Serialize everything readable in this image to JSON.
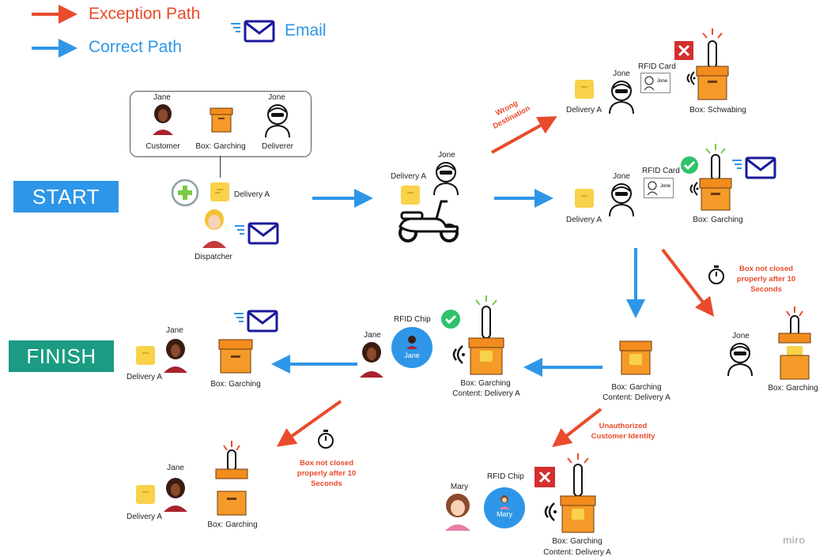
{
  "legend": {
    "exception_label": "Exception Path",
    "correct_label": "Correct Path",
    "email_label": "Email",
    "exception_color": "#e94b2c",
    "correct_color": "#2e96e8",
    "email_color": "#1a1a9c"
  },
  "start_label": "START",
  "finish_label": "FINISH",
  "roles": {
    "customer_name": "Jane",
    "customer_label": "Customer",
    "box_label": "Box: Garching",
    "deliverer_name": "Jone",
    "deliverer_label": "Deliverer",
    "delivery_label": "Delivery A",
    "dispatcher_label": "Dispatcher"
  },
  "transit": {
    "name": "Jone",
    "delivery": "Delivery A"
  },
  "wrong": {
    "arrow_label": "Wrong Destination",
    "delivery": "Delivery A",
    "name": "Jone",
    "card_label": "RFID Card",
    "card_name": "Jone",
    "box": "Box: Schwabing"
  },
  "correct": {
    "delivery": "Delivery A",
    "name": "Jone",
    "card_label": "RFID Card",
    "card_name": "Jone",
    "box": "Box: Garching"
  },
  "timeout1": {
    "label": "Box not closed properly after 10 Seconds",
    "name": "Jone",
    "box": "Box: Garching"
  },
  "stored": {
    "box": "Box: Garching",
    "content": "Content: Delivery A"
  },
  "pickup": {
    "name": "Jane",
    "chip_label": "RFID Chip",
    "chip_name": "Jane",
    "box": "Box: Garching",
    "content": "Content: Delivery A"
  },
  "done": {
    "name": "Jane",
    "delivery": "Delivery A",
    "box": "Box: Garching"
  },
  "unauth": {
    "label": "Unauthorized Customer Identity",
    "name": "Mary",
    "chip_label": "RFID Chip",
    "chip_name": "Mary",
    "box": "Box: Garching",
    "content": "Content: Delivery A"
  },
  "timeout2": {
    "label": "Box not closed properly after 10 Seconds",
    "name": "Jane",
    "delivery": "Delivery A",
    "box": "Box: Garching"
  },
  "watermark": "miro"
}
